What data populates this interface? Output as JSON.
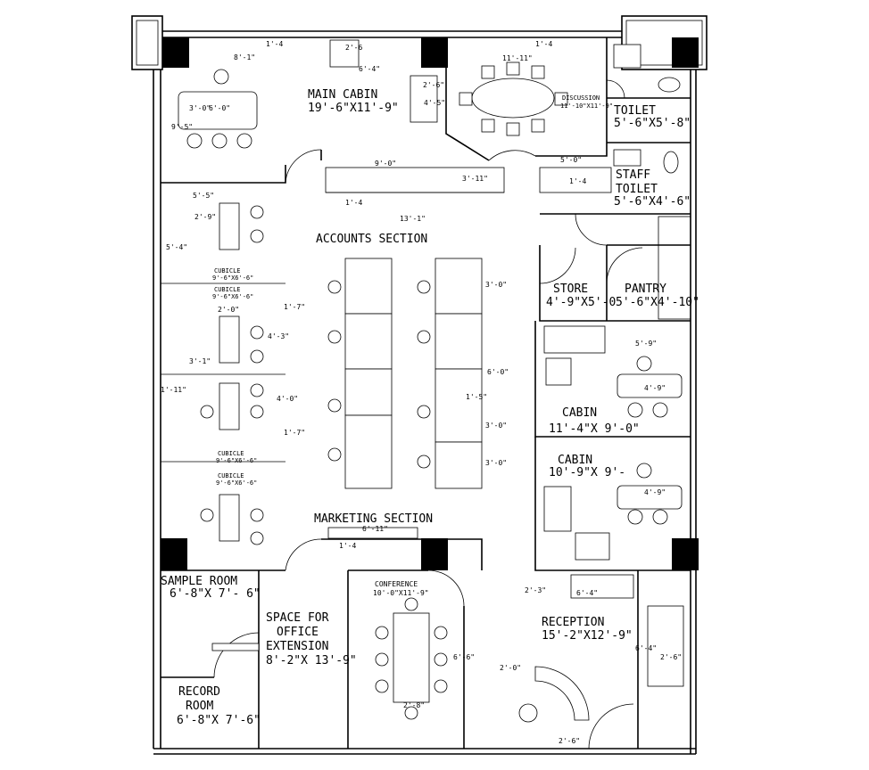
{
  "rooms": {
    "main_cabin": {
      "name": "MAIN CABIN",
      "size": "19'-6\"X11'-9\""
    },
    "discussion": {
      "name": "DISCUSSION",
      "size": "11'-10\"X11'-9\""
    },
    "toilet": {
      "name": "TOILET",
      "size": "5'-6\"X5'-8\""
    },
    "staff_toilet": {
      "name1": "STAFF",
      "name2": "TOILET",
      "size": "5'-6\"X4'-6\""
    },
    "accounts": {
      "name": "ACCOUNTS SECTION"
    },
    "store": {
      "name": "STORE",
      "size": "4'-9\"X5'-0"
    },
    "pantry": {
      "name": "PANTRY",
      "size": "5'-6\"X4'-10\""
    },
    "cabin1": {
      "name": "CABIN",
      "size": "11'-4\"X 9'-0\""
    },
    "cabin2": {
      "name": "CABIN",
      "size": "10'-9\"X 9'-"
    },
    "marketing": {
      "name": "MARKETING SECTION"
    },
    "sample_room": {
      "name": "SAMPLE ROOM",
      "size": "6'-8\"X 7'- 6\""
    },
    "office_ext": {
      "line1": "SPACE FOR",
      "line2": "OFFICE",
      "line3": "EXTENSION",
      "size": "8'-2\"X 13'-9\""
    },
    "conference": {
      "name": "CONFERENCE",
      "size": "10'-0\"X11'-9\""
    },
    "reception": {
      "name": "RECEPTION",
      "size": "15'-2\"X12'-9\""
    },
    "record_room": {
      "name1": "RECORD",
      "name2": "ROOM",
      "size": "6'-8\"X 7'-6\""
    }
  },
  "cubicles": [
    {
      "name": "CUBICLE",
      "size": "9'-6\"X6'-6\""
    },
    {
      "name": "CUBICLE",
      "size": "9'-6\"X6'-6\""
    },
    {
      "name": "CUBICLE",
      "size": "9'-6\"X6'-6\""
    },
    {
      "name": "CUBICLE",
      "size": "9'-6\"X6'-6\""
    }
  ],
  "dims": {
    "d_8_1": "8'-1\"",
    "d_1_4a": "1'-4",
    "d_2_6a": "2'-6",
    "d_6_4a": "6'-4\"",
    "d_11_11": "11'-11\"",
    "d_1_4b": "1'-4",
    "d_2_6b": "2'-6\"",
    "d_4_5": "4'-5\"",
    "d_3_0a": "3'-0\"",
    "d_6_0a": "6'-0\"",
    "d_9_5": "9'-5\"",
    "d_9_0": "9'-0\"",
    "d_3_11": "3'-11\"",
    "d_5_0": "5'-0\"",
    "d_1_4c": "1'-4",
    "d_1_4d": "1'-4",
    "d_13_1": "13'-1\"",
    "d_5_5": "5'-5\"",
    "d_2_9": "2'-9\"",
    "d_5_4": "5'-4\"",
    "d_2_0a": "2'-0\"",
    "d_1_7a": "1'-7\"",
    "d_4_3": "4'-3\"",
    "d_3_1a": "3'-1\"",
    "d_1_11": "1'-11\"",
    "d_4_0": "4'-0\"",
    "d_1_7b": "1'-7\"",
    "d_3_0b": "3'-0\"",
    "d_6_0b": "6'-0\"",
    "d_3_0c": "3'-0\"",
    "d_3_0d": "3'-0\"",
    "d_1_5": "1'-5\"",
    "d_6_11": "6'-11\"",
    "d_1_4e": "1'-4",
    "d_6_6": "6'-6\"",
    "d_2_8": "2'-8\"",
    "d_2_0b": "2'-0\"",
    "d_6_4b": "6'-4\"",
    "d_2_3": "2'-3\"",
    "d_6_4c": "6'-4\"",
    "d_2_6c": "2'-6\"",
    "d_2_6d": "2'-6\"",
    "d_5_9": "5'-9\"",
    "d_4_9a": "4'-9\"",
    "d_4_9b": "4'-9\""
  }
}
